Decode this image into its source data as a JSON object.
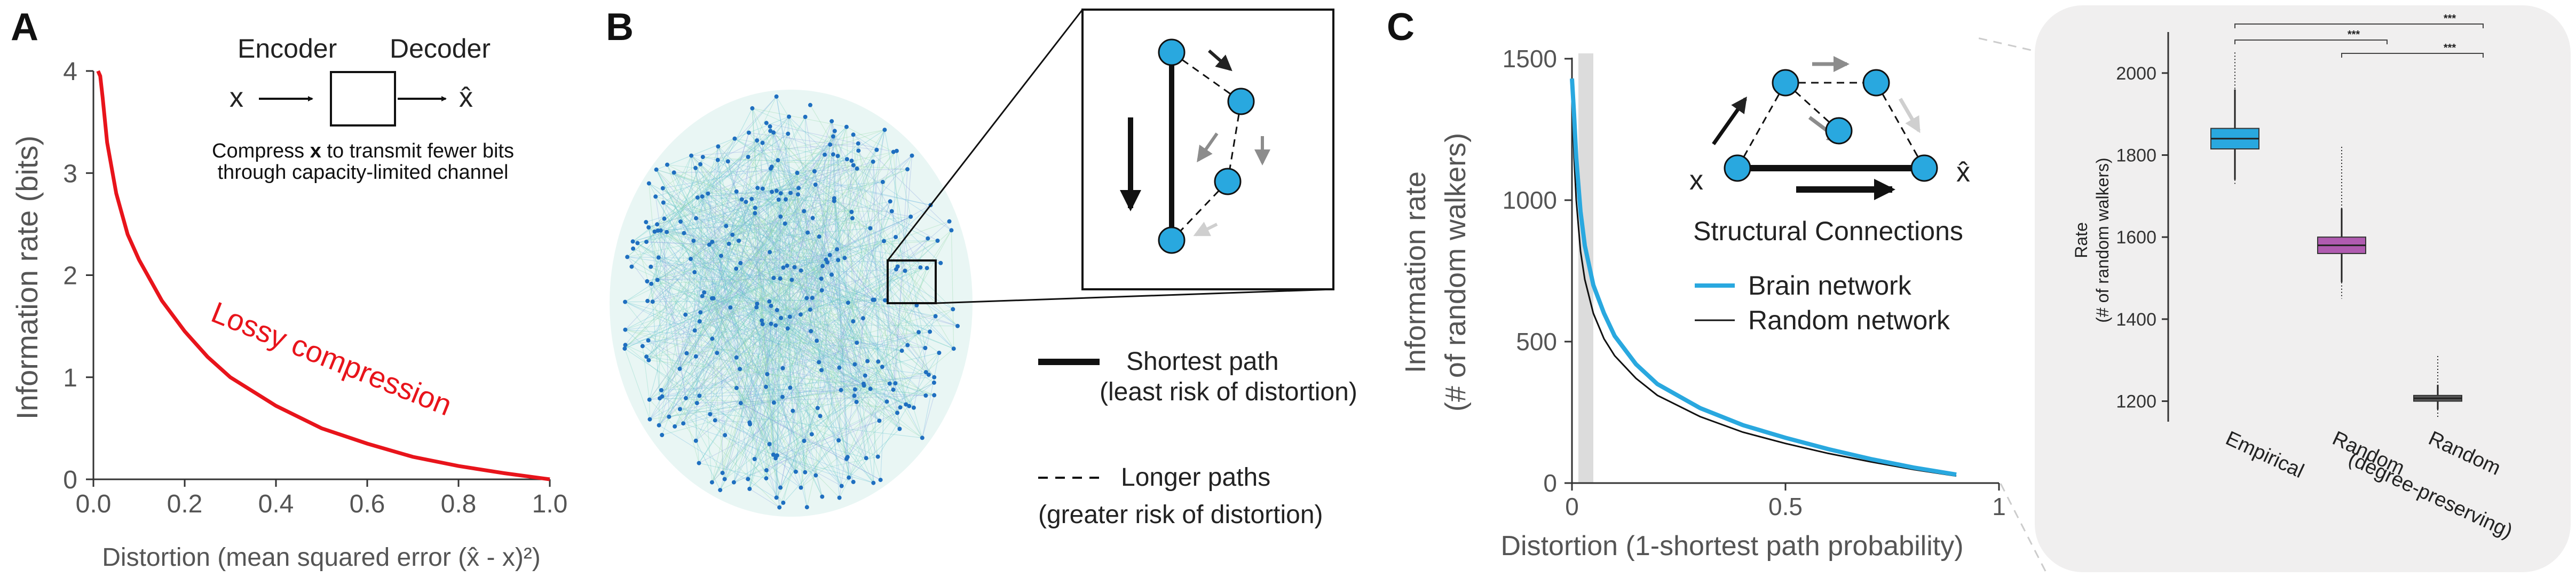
{
  "panel_labels": [
    "A",
    "B",
    "C"
  ],
  "panel_a": {
    "ylabel": "Information rate (bits)",
    "xlabel": "Distortion (mean squared error (x̂ - x)²)",
    "curve_label": "Lossy compression",
    "encoder_label": "Encoder",
    "decoder_label": "Decoder",
    "input_symbol": "x",
    "output_symbol": "x̂",
    "caption_pre": "Compress ",
    "caption_bold": "x",
    "caption_post": " to transmit fewer bits",
    "caption_line2": "through capacity-limited channel",
    "curve_color": "#e8141b"
  },
  "panel_b": {
    "legend_solid": "Shortest path",
    "legend_solid_sub": "(least risk of distortion)",
    "legend_dashed": "Longer paths",
    "legend_dashed_sub": "(greater risk of distortion)",
    "node_color": "#29a8df"
  },
  "panel_c": {
    "ylabel_line1": "Information rate",
    "ylabel_line2": "(# of random walkers)",
    "xlabel": "Distortion (1-shortest path probability)",
    "inset_caption": "Structural Connections",
    "input_symbol": "x",
    "output_symbol": "x̂",
    "brain_color": "#29a8df",
    "random_color": "#111111",
    "box_ylabel_line1": "Rate",
    "box_ylabel_line2": "(# of random walkers)",
    "significance": [
      "***",
      "***",
      "***"
    ],
    "box_panel_bg": "#f0efef"
  },
  "chart_data": [
    {
      "type": "line",
      "panel": "A",
      "xlabel": "Distortion (mean squared error (x̂ - x)²)",
      "ylabel": "Information rate (bits)",
      "xlim": [
        0,
        1.0
      ],
      "ylim": [
        0,
        4
      ],
      "xticks": [
        0.0,
        0.2,
        0.4,
        0.6,
        0.8,
        1.0
      ],
      "xtick_labels": [
        "0.0",
        "0.2",
        "0.4",
        "0.6",
        "0.8",
        "1.0"
      ],
      "yticks": [
        0,
        1,
        2,
        3,
        4
      ],
      "ytick_labels": [
        "0",
        "1",
        "2",
        "3",
        "4"
      ],
      "grid": false,
      "series": [
        {
          "name": "Lossy compression",
          "x": [
            0.01,
            0.015,
            0.02,
            0.03,
            0.05,
            0.075,
            0.1,
            0.15,
            0.2,
            0.25,
            0.3,
            0.4,
            0.5,
            0.6,
            0.7,
            0.8,
            0.9,
            1.0
          ],
          "y": [
            4.0,
            3.95,
            3.75,
            3.3,
            2.8,
            2.4,
            2.15,
            1.75,
            1.45,
            1.2,
            1.0,
            0.72,
            0.5,
            0.35,
            0.22,
            0.13,
            0.06,
            0.0
          ]
        }
      ]
    },
    {
      "type": "line",
      "panel": "C",
      "xlabel": "Distortion (1-shortest path probability)",
      "ylabel": "Information rate (# of random walkers)",
      "xlim": [
        0,
        1
      ],
      "ylim": [
        0,
        1500
      ],
      "xticks": [
        0,
        0.5,
        1
      ],
      "xtick_labels": [
        "0",
        "0.5",
        "1"
      ],
      "yticks": [
        0,
        500,
        1000,
        1500
      ],
      "ytick_labels": [
        "0",
        "500",
        "1000",
        "1500"
      ],
      "shaded_band_x": [
        0.015,
        0.05
      ],
      "legend_position": "center-right",
      "grid": false,
      "series": [
        {
          "name": "Brain network",
          "x": [
            0.0,
            0.005,
            0.01,
            0.02,
            0.03,
            0.05,
            0.075,
            0.1,
            0.15,
            0.2,
            0.3,
            0.4,
            0.5,
            0.6,
            0.7,
            0.8,
            0.9
          ],
          "y": [
            1430,
            1300,
            1150,
            960,
            840,
            700,
            600,
            520,
            420,
            350,
            265,
            205,
            160,
            120,
            85,
            55,
            30
          ]
        },
        {
          "name": "Random network",
          "x": [
            0.0,
            0.005,
            0.01,
            0.02,
            0.03,
            0.05,
            0.075,
            0.1,
            0.15,
            0.2,
            0.3,
            0.4,
            0.5,
            0.6,
            0.7,
            0.8,
            0.9
          ],
          "y": [
            1390,
            1150,
            1000,
            820,
            720,
            600,
            510,
            450,
            370,
            310,
            235,
            180,
            140,
            105,
            75,
            48,
            25
          ]
        }
      ]
    },
    {
      "type": "box",
      "panel": "C-inset",
      "ylabel": "Rate (# of random walkers)",
      "ylim": [
        1150,
        2100
      ],
      "yticks": [
        1200,
        1400,
        1600,
        1800,
        2000
      ],
      "ytick_labels": [
        "1200",
        "1400",
        "1600",
        "1800",
        "2000"
      ],
      "categories": [
        "Empirical",
        "Random (degree-preserving)",
        "Random"
      ],
      "category_label_lines": [
        [
          "Empirical"
        ],
        [
          "Random",
          "(degree-preserving)"
        ],
        [
          "Random"
        ]
      ],
      "boxes": [
        {
          "name": "Empirical",
          "q1": 1815,
          "median": 1840,
          "q3": 1865,
          "whisker_low": 1740,
          "whisker_high": 1960,
          "outlier_max": 2050,
          "outlier_min": 1730,
          "color": "#29a8df"
        },
        {
          "name": "Random (degree-preserving)",
          "q1": 1560,
          "median": 1580,
          "q3": 1600,
          "whisker_low": 1490,
          "whisker_high": 1670,
          "outlier_max": 1820,
          "outlier_min": 1450,
          "color": "#b05bb0"
        },
        {
          "name": "Random",
          "q1": 1200,
          "median": 1207,
          "q3": 1214,
          "whisker_low": 1180,
          "whisker_high": 1240,
          "outlier_max": 1310,
          "outlier_min": 1160,
          "color": "#595959"
        }
      ],
      "significance_pairs": [
        [
          0,
          2
        ],
        [
          0,
          1
        ],
        [
          1,
          2
        ]
      ]
    }
  ]
}
